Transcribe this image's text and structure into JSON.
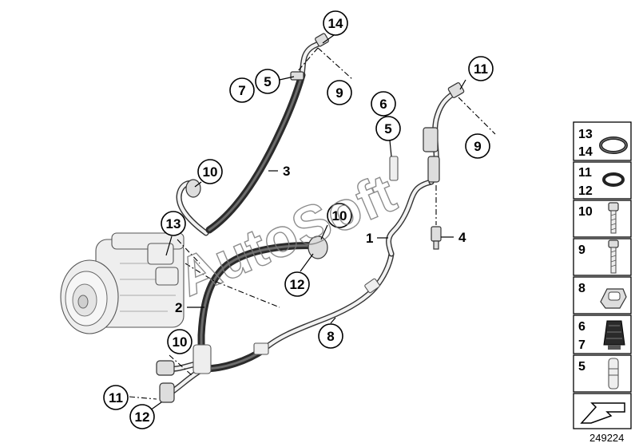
{
  "callouts": {
    "c14_top": "14",
    "c5_top": "5",
    "c7": "7",
    "c9_top": "9",
    "c11_right": "11",
    "c6": "6",
    "c5_mid": "5",
    "c9_right": "9",
    "c3": "3",
    "c10_upper": "10",
    "c13": "13",
    "c10_mid": "10",
    "c1": "1",
    "c4": "4",
    "c12_mid": "12",
    "c2": "2",
    "c8": "8",
    "c10_lower": "10",
    "c11_lower": "11",
    "c12_lower": "12"
  },
  "watermark": "AutoSoft",
  "legend": [
    {
      "nums": [
        "13",
        "14"
      ],
      "icon": "o-ring-large-icon"
    },
    {
      "nums": [
        "11",
        "12"
      ],
      "icon": "o-ring-small-icon"
    },
    {
      "nums": [
        "10"
      ],
      "icon": "bolt-short-icon"
    },
    {
      "nums": [
        "9"
      ],
      "icon": "bolt-long-icon"
    },
    {
      "nums": [
        "8"
      ],
      "icon": "clip-icon"
    },
    {
      "nums": [
        "6",
        "7"
      ],
      "icon": "valve-cap-icon"
    },
    {
      "nums": [
        "5"
      ],
      "icon": "valve-insert-icon"
    },
    {
      "nums": [],
      "icon": "arrow-icon"
    }
  ],
  "diagram_id": "249224"
}
